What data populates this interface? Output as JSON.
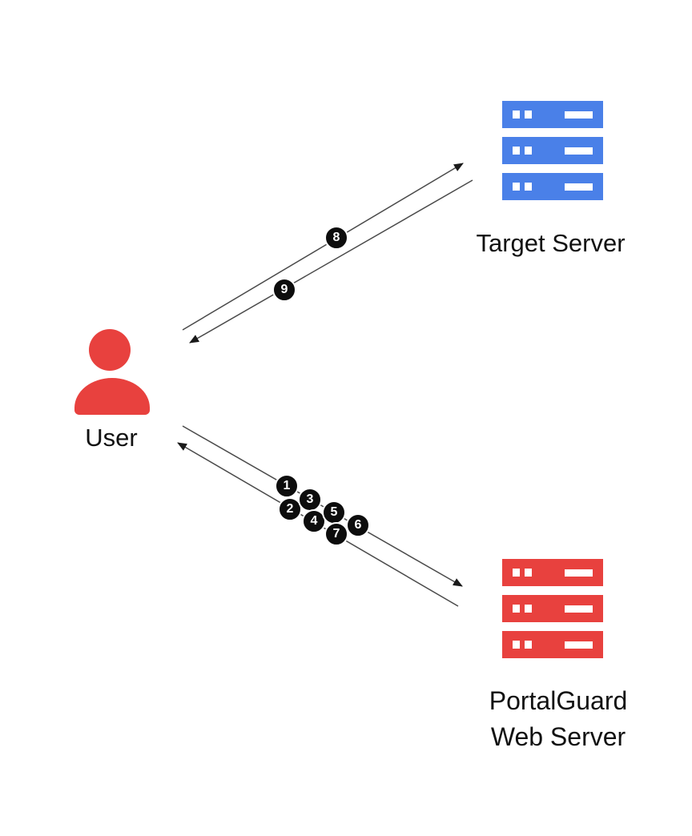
{
  "diagram": {
    "type": "sequence-network-diagram",
    "nodes": {
      "user": {
        "label": "User",
        "icon": "person-icon",
        "color": "#e8413e"
      },
      "target_server": {
        "label": "Target Server",
        "icon": "server-stack-icon",
        "color": "#4a80e8"
      },
      "portalguard_server": {
        "label": "PortalGuard\nWeb Server",
        "icon": "server-stack-icon",
        "color": "#e8413e"
      }
    },
    "steps": [
      {
        "label": "1"
      },
      {
        "label": "2"
      },
      {
        "label": "3"
      },
      {
        "label": "4"
      },
      {
        "label": "5"
      },
      {
        "label": "6"
      },
      {
        "label": "7"
      },
      {
        "label": "8"
      },
      {
        "label": "9"
      }
    ],
    "flows": [
      {
        "from": "user",
        "to": "portalguard_server",
        "steps": [
          "1",
          "3",
          "5",
          "6"
        ]
      },
      {
        "from": "portalguard_server",
        "to": "user",
        "steps": [
          "2",
          "4",
          "7"
        ]
      },
      {
        "from": "user",
        "to": "target_server",
        "steps": [
          "8"
        ]
      },
      {
        "from": "target_server",
        "to": "user",
        "steps": [
          "9"
        ]
      }
    ],
    "colors": {
      "background": "#ffffff",
      "line": "#4a4a4a",
      "arrowhead": "#1a1a1a",
      "step_circle_fill": "#0d0d0d",
      "step_circle_text": "#ffffff",
      "label_text": "#111111"
    }
  }
}
